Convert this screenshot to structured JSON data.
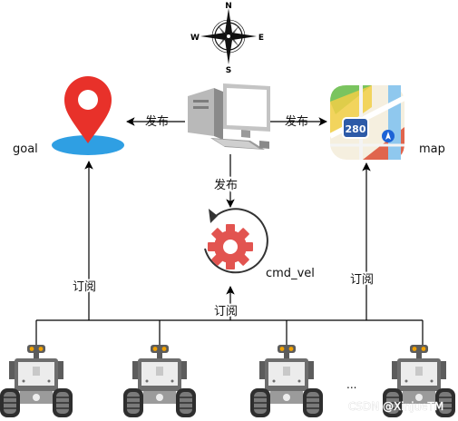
{
  "compass": {
    "n": "N",
    "s": "S",
    "e": "E",
    "w": "W"
  },
  "nodes": {
    "goal": "goal",
    "map": "map",
    "cmd_vel": "cmd_vel",
    "ellipsis": "..."
  },
  "map_badge": "280",
  "edges": {
    "publish_left": "发布",
    "publish_right": "发布",
    "publish_down": "发布",
    "subscribe_left": "订阅",
    "subscribe_center": "订阅",
    "subscribe_right": "订阅"
  },
  "watermark": "CSDN @XinjueTM",
  "colors": {
    "line": "#000000",
    "pin_red": "#e8312a",
    "pin_base": "#2f9fe3",
    "gear": "#e25450",
    "robot_body": "#6d6d6d"
  }
}
